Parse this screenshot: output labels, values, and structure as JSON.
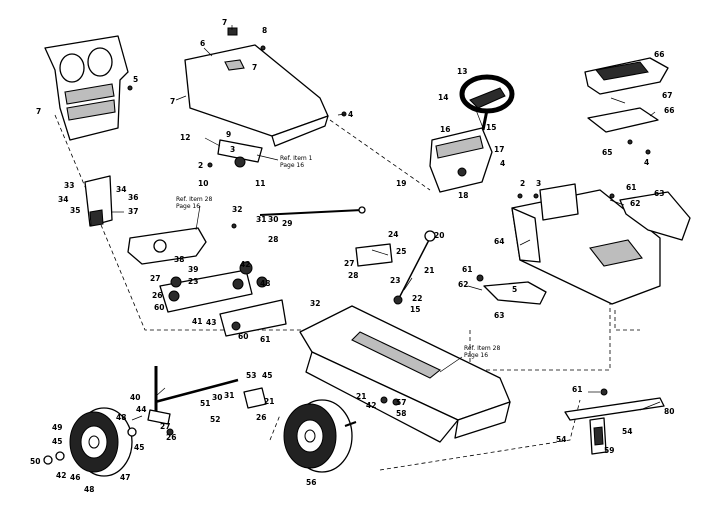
{
  "diagram": {
    "references": {
      "hood": {
        "line1": "Ref. Item 1",
        "line2": "Page 16"
      },
      "front_axle": {
        "line1": "Ref. Item 28",
        "line2": "Page 16"
      },
      "frame": {
        "line1": "Ref. Item 28",
        "line2": "Page 16"
      }
    },
    "callouts": [
      {
        "id": "c7a",
        "text": "7"
      },
      {
        "id": "c8a",
        "text": "8"
      },
      {
        "id": "c6",
        "text": "6"
      },
      {
        "id": "c7b",
        "text": "7"
      },
      {
        "id": "c5a",
        "text": "5"
      },
      {
        "id": "c7c",
        "text": "7"
      },
      {
        "id": "c4a",
        "text": "4"
      },
      {
        "id": "c7d",
        "text": "7"
      },
      {
        "id": "c12",
        "text": "12"
      },
      {
        "id": "c9",
        "text": "9"
      },
      {
        "id": "c3a",
        "text": "3"
      },
      {
        "id": "c2a",
        "text": "2"
      },
      {
        "id": "c10",
        "text": "10"
      },
      {
        "id": "c11",
        "text": "11"
      },
      {
        "id": "c13",
        "text": "13"
      },
      {
        "id": "c14",
        "text": "14"
      },
      {
        "id": "c15",
        "text": "15"
      },
      {
        "id": "c16",
        "text": "16"
      },
      {
        "id": "c17",
        "text": "17"
      },
      {
        "id": "c18",
        "text": "18"
      },
      {
        "id": "c19",
        "text": "19"
      },
      {
        "id": "c4b",
        "text": "4"
      },
      {
        "id": "c66a",
        "text": "66"
      },
      {
        "id": "c67",
        "text": "67"
      },
      {
        "id": "c66b",
        "text": "66"
      },
      {
        "id": "c65",
        "text": "65"
      },
      {
        "id": "c4c",
        "text": "4"
      },
      {
        "id": "c2b",
        "text": "2"
      },
      {
        "id": "c3b",
        "text": "3"
      },
      {
        "id": "c61a",
        "text": "61"
      },
      {
        "id": "c63a",
        "text": "63"
      },
      {
        "id": "c62a",
        "text": "62"
      },
      {
        "id": "c64",
        "text": "64"
      },
      {
        "id": "c33",
        "text": "33"
      },
      {
        "id": "c34a",
        "text": "34"
      },
      {
        "id": "c36",
        "text": "36"
      },
      {
        "id": "c34b",
        "text": "34"
      },
      {
        "id": "c35",
        "text": "35"
      },
      {
        "id": "c37",
        "text": "37"
      },
      {
        "id": "c32a",
        "text": "32"
      },
      {
        "id": "c31a",
        "text": "31"
      },
      {
        "id": "c30a",
        "text": "30"
      },
      {
        "id": "c29",
        "text": "29"
      },
      {
        "id": "c28a",
        "text": "28"
      },
      {
        "id": "c38",
        "text": "38"
      },
      {
        "id": "c39",
        "text": "39"
      },
      {
        "id": "c27a",
        "text": "27"
      },
      {
        "id": "c23a",
        "text": "23"
      },
      {
        "id": "c26a",
        "text": "26"
      },
      {
        "id": "c42a",
        "text": "42"
      },
      {
        "id": "c48a",
        "text": "48"
      },
      {
        "id": "c60a",
        "text": "60"
      },
      {
        "id": "c41",
        "text": "41"
      },
      {
        "id": "c43",
        "text": "43"
      },
      {
        "id": "c60b",
        "text": "60"
      },
      {
        "id": "c61b",
        "text": "61"
      },
      {
        "id": "c24",
        "text": "24"
      },
      {
        "id": "c25",
        "text": "25"
      },
      {
        "id": "c27b",
        "text": "27"
      },
      {
        "id": "c28b",
        "text": "28"
      },
      {
        "id": "c20",
        "text": "20"
      },
      {
        "id": "c21a",
        "text": "21"
      },
      {
        "id": "c23b",
        "text": "23"
      },
      {
        "id": "c22",
        "text": "22"
      },
      {
        "id": "c15b",
        "text": "15"
      },
      {
        "id": "c61c",
        "text": "61"
      },
      {
        "id": "c62b",
        "text": "62"
      },
      {
        "id": "c5b",
        "text": "5"
      },
      {
        "id": "c63b",
        "text": "63"
      },
      {
        "id": "c32b",
        "text": "32"
      },
      {
        "id": "c40",
        "text": "40"
      },
      {
        "id": "c44",
        "text": "44"
      },
      {
        "id": "c53",
        "text": "53"
      },
      {
        "id": "c45a",
        "text": "45"
      },
      {
        "id": "c51",
        "text": "51"
      },
      {
        "id": "c30b",
        "text": "30"
      },
      {
        "id": "c31b",
        "text": "31"
      },
      {
        "id": "c21b",
        "text": "21"
      },
      {
        "id": "c52",
        "text": "52"
      },
      {
        "id": "c26b",
        "text": "26"
      },
      {
        "id": "c27c",
        "text": "27"
      },
      {
        "id": "c26c",
        "text": "26"
      },
      {
        "id": "c49",
        "text": "49"
      },
      {
        "id": "c48b",
        "text": "48"
      },
      {
        "id": "c45b",
        "text": "45"
      },
      {
        "id": "c45c",
        "text": "45"
      },
      {
        "id": "c50",
        "text": "50"
      },
      {
        "id": "c42b",
        "text": "42"
      },
      {
        "id": "c46",
        "text": "46"
      },
      {
        "id": "c48c",
        "text": "48"
      },
      {
        "id": "c47",
        "text": "47"
      },
      {
        "id": "c56",
        "text": "56"
      },
      {
        "id": "c21c",
        "text": "21"
      },
      {
        "id": "c42c",
        "text": "42"
      },
      {
        "id": "c57",
        "text": "57"
      },
      {
        "id": "c58",
        "text": "58"
      },
      {
        "id": "c61d",
        "text": "61"
      },
      {
        "id": "c80",
        "text": "80"
      },
      {
        "id": "c54a",
        "text": "54"
      },
      {
        "id": "c54b",
        "text": "54"
      },
      {
        "id": "c59",
        "text": "59"
      }
    ]
  }
}
